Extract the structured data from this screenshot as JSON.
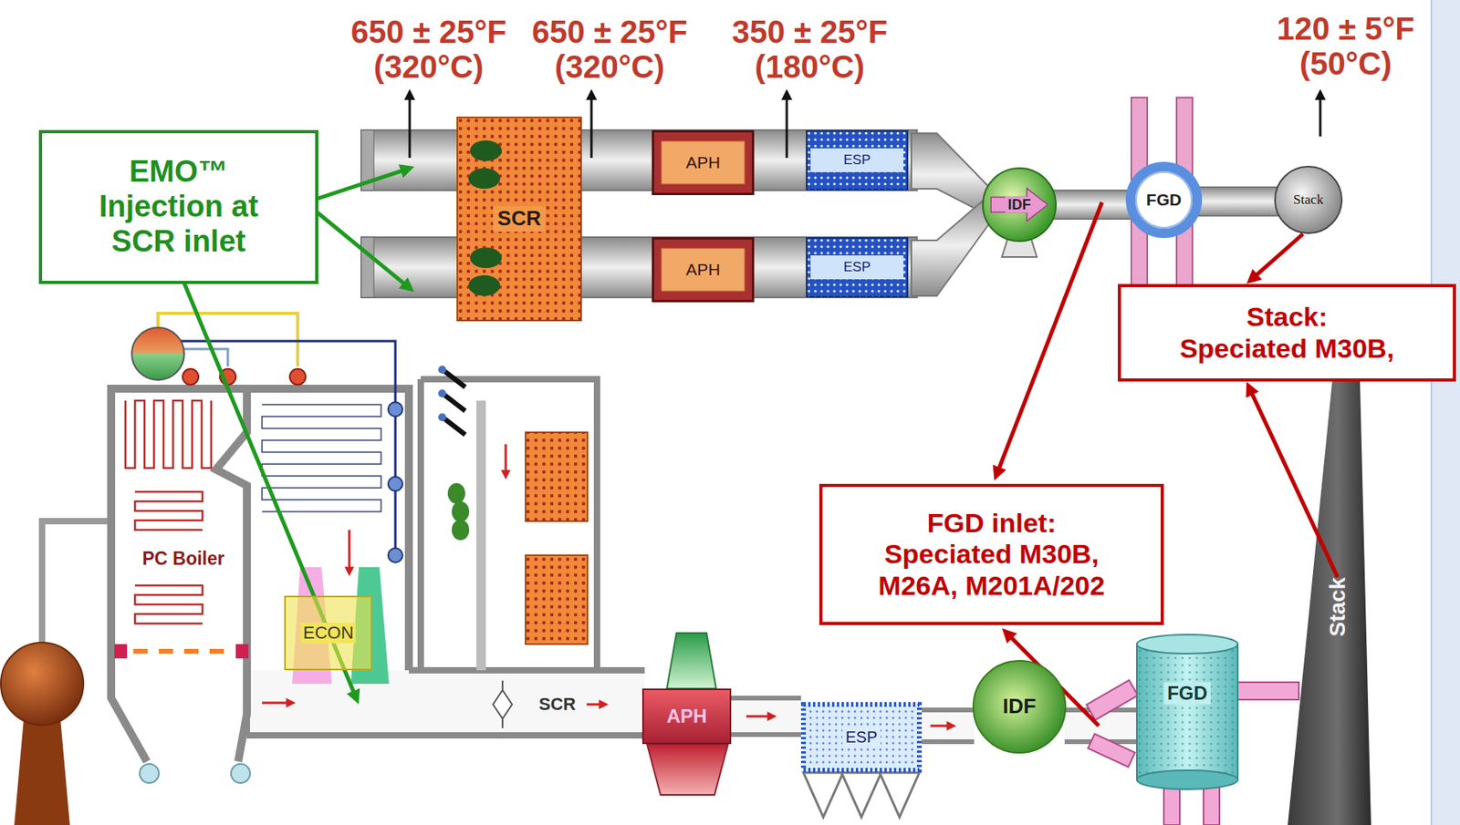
{
  "diagram": {
    "nodes": [
      {
        "text": [
          "EMO™ Injection at SCR inlet"
        ]
      },
      {
        "text": [
          "SCR"
        ]
      },
      {
        "text": [
          "APH"
        ]
      },
      {
        "text": [
          "ESP"
        ]
      },
      {
        "text": [
          "IDF"
        ]
      },
      {
        "text": [
          "FGD"
        ]
      },
      {
        "text": [
          "Stack"
        ]
      },
      {
        "text": [
          "APH"
        ]
      },
      {
        "text": [
          "ESP"
        ]
      },
      {
        "text": [
          "Stack:",
          "Speciated M30B,"
        ]
      },
      {
        "text": [
          "PC Boiler"
        ]
      },
      {
        "text": [
          "ECON"
        ]
      },
      {
        "text": [
          "FGD inlet:",
          "Speciated M30B, M26A, M201A/202"
        ]
      },
      {
        "text": [
          "APH"
        ]
      },
      {
        "text": [
          "ESP"
        ]
      },
      {
        "text": [
          "IDF"
        ]
      },
      {
        "text": [
          "FGD"
        ]
      },
      {
        "text": [
          "Stack"
        ]
      }
    ],
    "edges": [
      {
        "from": 6,
        "to": 9,
        "arrow": "to"
      },
      {
        "from": 17,
        "to": 9,
        "arrow": "to"
      }
    ],
    "labels": [
      "650 ± 25°F (320°C)",
      "650 ± 25°F (320°C)",
      "350 ± 25°F (180°C)",
      "120 ± 5°F (50°C)",
      "SCR"
    ]
  }
}
